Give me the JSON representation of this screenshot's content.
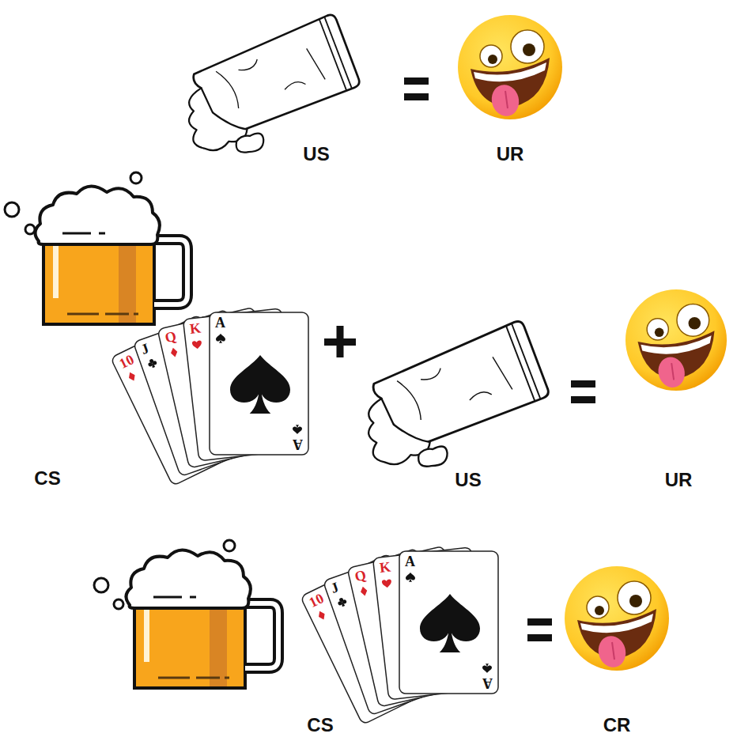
{
  "diagram": {
    "labels": [
      "US",
      "UR",
      "10",
      "J",
      "Q",
      "K",
      "A",
      "A",
      "CS",
      "US",
      "UR",
      "10",
      "J",
      "Q",
      "K",
      "A",
      "A",
      "CS",
      "CR"
    ]
  }
}
